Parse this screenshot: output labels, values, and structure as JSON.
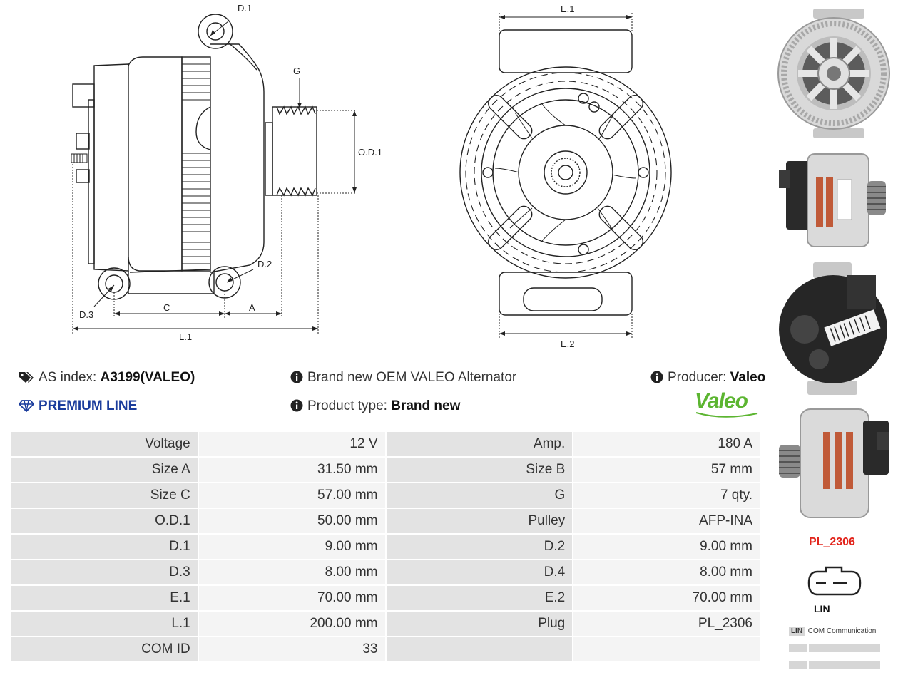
{
  "diagram_labels": {
    "d1": "D.1",
    "d2": "D.2",
    "d3": "D.3",
    "g": "G",
    "od1": "O.D.1",
    "a": "A",
    "c": "C",
    "l1": "L.1",
    "e1": "E.1",
    "e2": "E.2"
  },
  "info": {
    "as_index_label": "AS index:",
    "as_index_value": "A3199(VALEO)",
    "premium_line": "PREMIUM LINE",
    "description": "Brand new OEM VALEO Alternator",
    "product_type_label": "Product type:",
    "product_type_value": "Brand new",
    "producer_label": "Producer:",
    "producer_value": "Valeo",
    "logo_text": "Valeo"
  },
  "specs": [
    {
      "l1": "Voltage",
      "v1": "12 V",
      "l2": "Amp.",
      "v2": "180 A"
    },
    {
      "l1": "Size A",
      "v1": "31.50 mm",
      "l2": "Size B",
      "v2": "57 mm"
    },
    {
      "l1": "Size C",
      "v1": "57.00 mm",
      "l2": "G",
      "v2": "7 qty."
    },
    {
      "l1": "O.D.1",
      "v1": "50.00 mm",
      "l2": "Pulley",
      "v2": "AFP-INA"
    },
    {
      "l1": "D.1",
      "v1": "9.00 mm",
      "l2": "D.2",
      "v2": "9.00 mm"
    },
    {
      "l1": "D.3",
      "v1": "8.00 mm",
      "l2": "D.4",
      "v2": "8.00 mm"
    },
    {
      "l1": "E.1",
      "v1": "70.00 mm",
      "l2": "E.2",
      "v2": "70.00 mm"
    },
    {
      "l1": "L.1",
      "v1": "200.00 mm",
      "l2": "Plug",
      "v2": "PL_2306"
    },
    {
      "l1": "COM ID",
      "v1": "33",
      "l2": "",
      "v2": ""
    }
  ],
  "plug": {
    "code": "PL_2306",
    "terminal": "LIN",
    "legend_tag": "LIN",
    "legend_text": "COM Communication"
  },
  "colors": {
    "premium": "#1a3c9c",
    "plug_code": "#e2231a",
    "valeo_green": "#5cb531"
  }
}
